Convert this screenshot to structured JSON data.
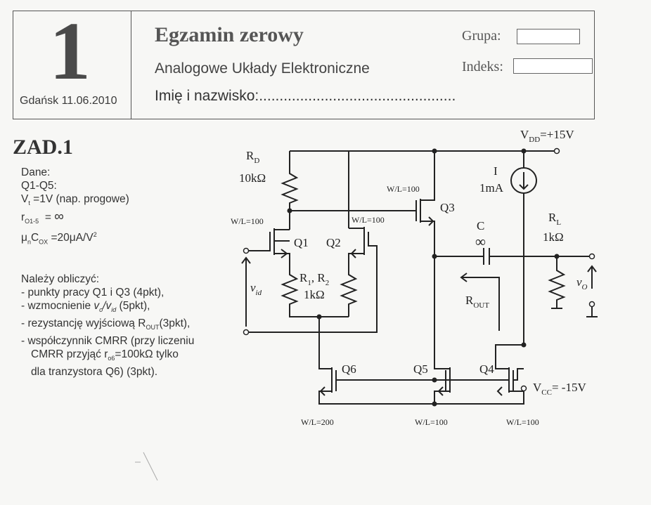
{
  "header": {
    "exam_number": "1",
    "date": "Gdańsk 11.06.2010",
    "title": "Egzamin zerowy",
    "course": "Analogowe Układy Elektroniczne",
    "name_label": "Imię i nazwisko:",
    "name_dots": "................................................",
    "group_label": "Grupa:",
    "index_label": "Indeks:"
  },
  "task": {
    "title": "ZAD.1",
    "given_heading": "Dane:",
    "transistors": "Q1-Q5:",
    "vt_line": "=1V (nap. progowe)",
    "ro_equals": "=",
    "ro_value": "∞",
    "mu_line": "=20μA/V",
    "compute_heading": "Należy obliczyć:",
    "q_points": "- punkty pracy Q1 i Q3 (4pkt),",
    "gain_prefix": "- wzmocnienie",
    "gain_suffix": "(5pkt),",
    "rout_prefix": "- rezystancję wyjściową R",
    "rout_suffix": "(3pkt),",
    "cmrr_1": "- współczynnik CMRR (przy liczeniu",
    "cmrr_2": "CMRR przyjąć r",
    "cmrr_2b": "=100kΩ  tylko",
    "cmrr_3": "dla tranzystora Q6) (3pkt)."
  },
  "circuit": {
    "vdd": "=+15V",
    "vcc": "= -15V",
    "rd_label": "R",
    "rd_sub": "D",
    "rd_value": "10kΩ",
    "current_label": "I",
    "current_value": "1mA",
    "q1": "Q1",
    "q2": "Q2",
    "q3": "Q3",
    "q4": "Q4",
    "q5": "Q5",
    "q6": "Q6",
    "wl_q1": "W/L=100",
    "wl_q2": "W/L=100",
    "wl_q3": "W/L=100",
    "wl_q6": "W/L=200",
    "wl_q5": "W/L=100",
    "wl_q4": "W/L=100",
    "r12_value": "1kΩ",
    "c_label": "C",
    "c_value": "∞",
    "rl_value": "1kΩ",
    "rout": "R",
    "rout_sub": "OUT",
    "vid": "v",
    "vid_sub": "id",
    "vo": "v",
    "vo_sub": "O"
  }
}
